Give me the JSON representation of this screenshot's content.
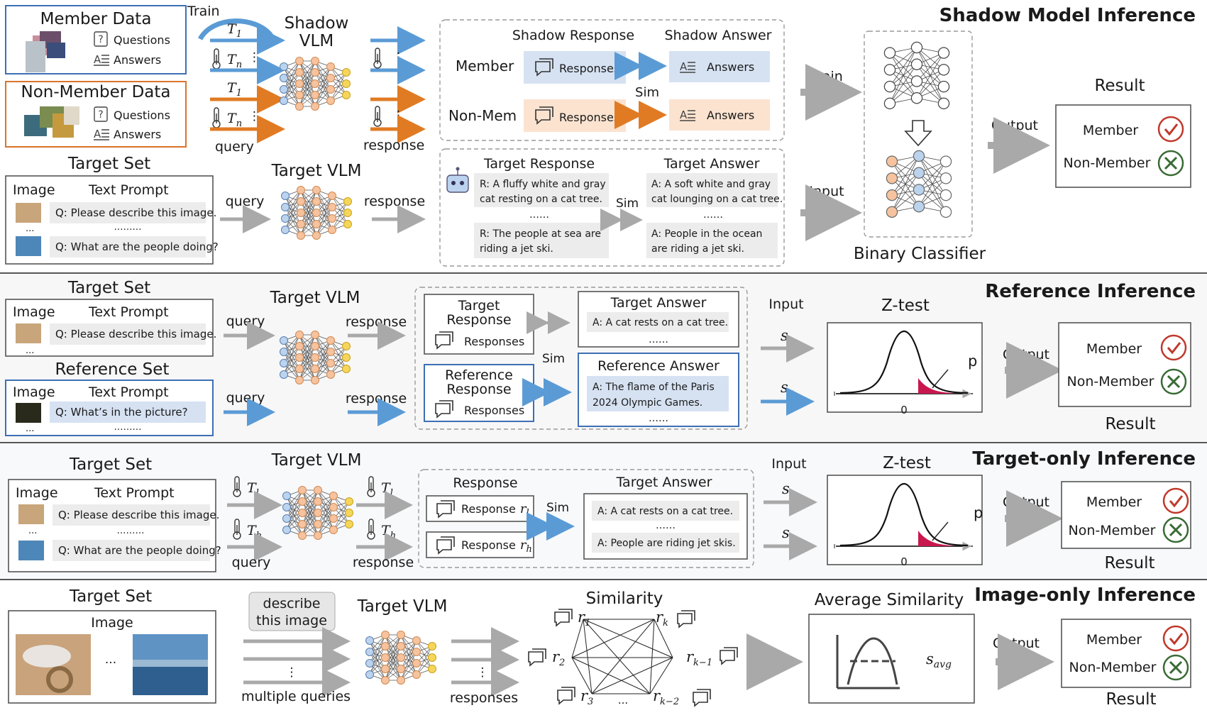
{
  "colors": {
    "blue": "#5b9bd5",
    "orange": "#e07b24",
    "gray_arrow": "#a9a9a9",
    "member_red": "#c0392b",
    "nonmember_green": "#3a6b35",
    "response_blue_bg": "#d6e2f2",
    "response_orange_bg": "#fbe3d0",
    "pvalue_fill": "#c8174f",
    "nn_orange": "#f6c39e",
    "nn_blue": "#bcd3ee",
    "nn_yellow": "#f6d65a"
  },
  "icons": [
    "thermometer-icon",
    "chat-bubble-icon",
    "question-icon",
    "answer-list-icon",
    "robot-icon",
    "check-circle-icon",
    "x-circle-icon",
    "neural-network-icon",
    "bell-curve-icon"
  ],
  "shadow": {
    "section_title": "Shadow Model Inference",
    "member_data": "Member Data",
    "non_member_data": "Non-Member Data",
    "questions": "Questions",
    "answers": "Answers",
    "train": "Train",
    "query": "query",
    "response": "response",
    "t1": "T",
    "t1_sub": "1",
    "tn": "T",
    "tn_sub": "n",
    "dots": "⋮",
    "shadow_vlm_line1": "Shadow",
    "shadow_vlm_line2": "VLM",
    "shadow_response": "Shadow Response",
    "shadow_answer": "Shadow Answer",
    "member": "Member",
    "non_mem": "Non-Mem",
    "responses": "Responses",
    "answers_pill": "Answers",
    "sim": "Sim",
    "target_set": "Target Set",
    "image_col": "Image",
    "text_prompt_col": "Text Prompt",
    "prompt1": "Q: Please describe this image.",
    "prompt2": "Q: What are the people doing?",
    "ellipsis": "………",
    "small_dots": "...",
    "target_vlm": "Target VLM",
    "target_response": "Target Response",
    "target_answer": "Target Answer",
    "tr1_line1": "R: A fluffy white and gray",
    "tr1_line2": "cat resting on a cat tree.",
    "tr2_line1": "R: The people at sea are",
    "tr2_line2": "riding a jet ski.",
    "ta1_line1": "A: A soft white and gray",
    "ta1_line2": "cat lounging on a cat tree.",
    "ta2_line1": "A: People in the ocean",
    "ta2_line2": "are riding a jet ski.",
    "mid_dots": "……",
    "train_label": "Train",
    "input_label": "Input",
    "binary_classifier": "Binary Classifier",
    "output": "Output",
    "result": "Result",
    "result_member": "Member",
    "result_non_member": "Non-Member"
  },
  "reference": {
    "section_title": "Reference Inference",
    "target_set": "Target Set",
    "reference_set": "Reference Set",
    "image_col": "Image",
    "text_prompt_col": "Text Prompt",
    "prompt1": "Q: Please describe this image.",
    "prompt2": "Q: What’s in the picture?",
    "ellipsis": "………",
    "small_dots": "...",
    "query": "query",
    "response": "response",
    "target_vlm": "Target VLM",
    "target_response_l1": "Target",
    "target_response_l2": "Response",
    "reference_response_l1": "Reference",
    "reference_response_l2": "Response",
    "responses": "Responses",
    "sim": "Sim",
    "target_answer": "Target Answer",
    "target_answer_text": "A: A cat rests on a cat tree.",
    "reference_answer": "Reference Answer",
    "reference_answer_l1": "A: The flame of the Paris",
    "reference_answer_l2": "2024 Olympic Games.",
    "mid_dots": "……",
    "input": "Input",
    "s_t": "s",
    "s_t_sub": "t",
    "s_r": "s",
    "s_r_sub": "r",
    "z_test": "Z-test",
    "p": "p",
    "zero": "0",
    "output": "Output",
    "result": "Result",
    "result_member": "Member",
    "result_non_member": "Non-Member"
  },
  "target_only": {
    "section_title": "Target-only Inference",
    "target_set": "Target Set",
    "image_col": "Image",
    "text_prompt_col": "Text Prompt",
    "prompt1": "Q: Please describe this image.",
    "prompt2": "Q: What are the people doing?",
    "ellipsis": "………",
    "small_dots": "...",
    "t_l": "T",
    "t_l_sub": "l",
    "t_h": "T",
    "t_h_sub": "h",
    "query": "query",
    "response": "response",
    "target_vlm": "Target VLM",
    "response_title": "Response",
    "response_rl": "Response",
    "r_l": "r",
    "r_l_sub": "l",
    "r_h": "r",
    "r_h_sub": "h",
    "sim": "Sim",
    "target_answer": "Target Answer",
    "answer1": "A: A cat rests on a cat tree.",
    "answer2": "A: People are riding jet skis.",
    "mid_dots": "……",
    "input": "Input",
    "s_l": "s",
    "s_l_sub": "l",
    "s_h": "s",
    "s_h_sub": "h",
    "z_test": "Z-test",
    "p": "p",
    "zero": "0",
    "output": "Output",
    "result": "Result",
    "result_member": "Member",
    "result_non_member": "Non-Member"
  },
  "image_only": {
    "section_title": "Image-only Inference",
    "target_set": "Target Set",
    "image_col": "Image",
    "small_dots": "...",
    "describe_l1": "describe",
    "describe_l2": "this image",
    "dots": "⋮",
    "multiple_queries": "multiple queries",
    "target_vlm": "Target VLM",
    "responses": "responses",
    "similarity": "Similarity",
    "r": "r",
    "r1_sub": "1",
    "r2_sub": "2",
    "r3_sub": "3",
    "rk_sub": "k",
    "rk1_sub": "k−1",
    "rk2_sub": "k−2",
    "bottom_dots": "...",
    "average_similarity": "Average Similarity",
    "s_avg": "s",
    "s_avg_sub": "avg",
    "output": "Output",
    "result": "Result",
    "result_member": "Member",
    "result_non_member": "Non-Member"
  }
}
